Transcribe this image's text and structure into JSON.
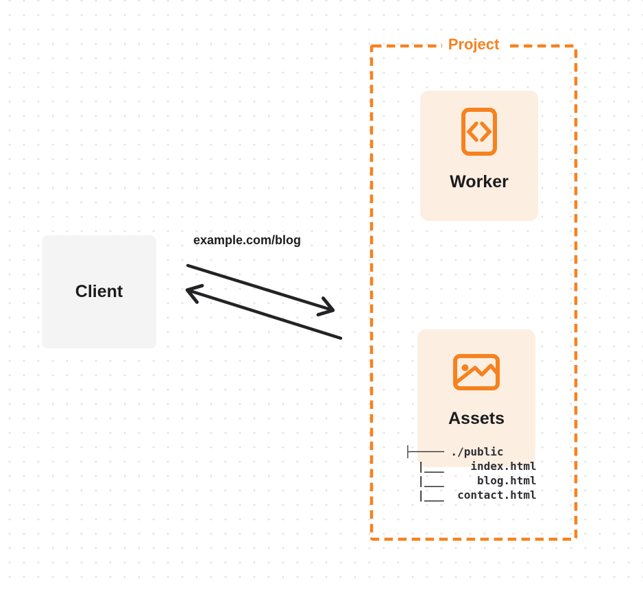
{
  "colors": {
    "accent": "#F6821F",
    "card_bg": "#FCEFE2",
    "client_bg": "#F4F4F5",
    "ink": "#232326",
    "text_dark": "#1C1C1E",
    "tree_text": "#2E2E33",
    "dot": "#E4E4E6",
    "page_bg": "#FFFFFF"
  },
  "client": {
    "label": "Client"
  },
  "request": {
    "label": "example.com/blog"
  },
  "project": {
    "label": "Project",
    "worker": {
      "label": "Worker",
      "icon": "code-document-icon"
    },
    "assets": {
      "label": "Assets",
      "icon": "image-icon",
      "file_tree": [
        "├───── ./public",
        "  |___    index.html",
        "  |___     blog.html",
        "  |___  contact.html"
      ]
    }
  }
}
